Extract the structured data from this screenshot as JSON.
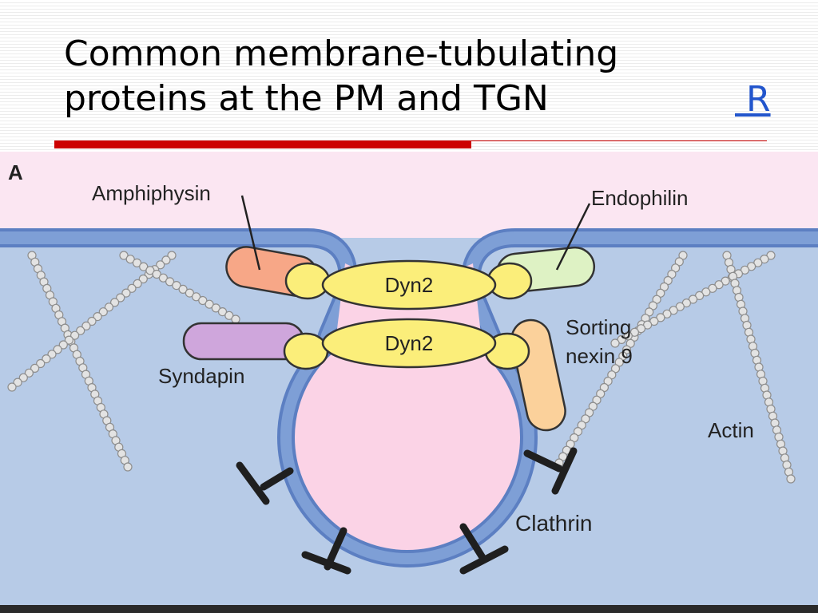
{
  "slide": {
    "title_line1": "Common membrane-tubulating",
    "title_line2": "proteins at the PM and TGN",
    "ref_link": " R"
  },
  "figure": {
    "panel_label": "A",
    "labels": {
      "amphiphysin": "Amphiphysin",
      "endophilin": "Endophilin",
      "dyn2_top": "Dyn2",
      "dyn2_bottom": "Dyn2",
      "sorting_nexin_line1": "Sorting",
      "sorting_nexin_line2": "nexin 9",
      "syndapin": "Syndapin",
      "actin": "Actin",
      "clathrin": "Clathrin"
    },
    "colors": {
      "cytosol_background": "#fbe6f2",
      "extracellular_background": "#b7cbe7",
      "membrane": "#7e9fd6",
      "vesicle_lumen": "#fbd3e6",
      "dynamin": "#fbee7a",
      "amphiphysin": "#f7a787",
      "endophilin": "#def2c4",
      "syndapin": "#cfa6dc",
      "sorting_nexin": "#fbd19b",
      "title_rule": "#cc0000"
    }
  }
}
